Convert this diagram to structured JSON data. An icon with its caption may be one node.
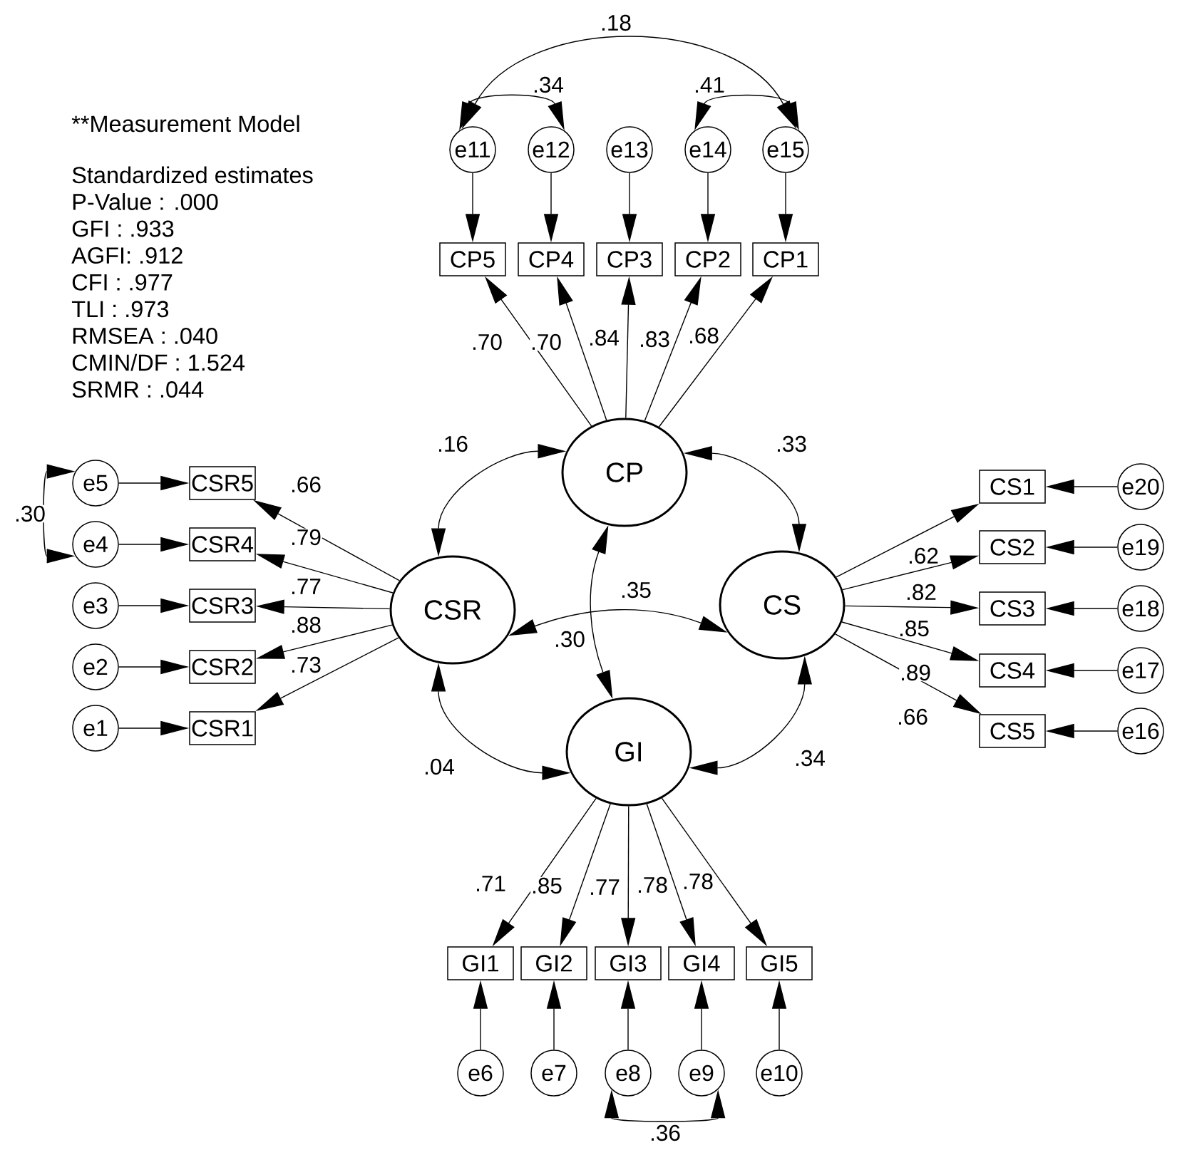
{
  "diagram": {
    "title": "**Measurement Model",
    "nodes": [
      {
        "text": [
          "e11"
        ]
      },
      {
        "text": [
          "e12"
        ]
      },
      {
        "text": [
          "e13"
        ]
      },
      {
        "text": [
          "e14"
        ]
      },
      {
        "text": [
          "e15"
        ]
      },
      {
        "text": [
          "CP5"
        ]
      },
      {
        "text": [
          "CP4"
        ]
      },
      {
        "text": [
          "CP3"
        ]
      },
      {
        "text": [
          "CP2"
        ]
      },
      {
        "text": [
          "CP1"
        ]
      },
      {
        "text": [
          "CP"
        ]
      },
      {
        "text": [
          "e5"
        ]
      },
      {
        "text": [
          "e4"
        ]
      },
      {
        "text": [
          "e3"
        ]
      },
      {
        "text": [
          "e2"
        ]
      },
      {
        "text": [
          "e1"
        ]
      },
      {
        "text": [
          "CSR5"
        ]
      },
      {
        "text": [
          "CSR4"
        ]
      },
      {
        "text": [
          "CSR3"
        ]
      },
      {
        "text": [
          "CSR2"
        ]
      },
      {
        "text": [
          "CSR1"
        ]
      },
      {
        "text": [
          "CSR"
        ]
      },
      {
        "text": [
          "CS"
        ]
      },
      {
        "text": [
          "CS1"
        ]
      },
      {
        "text": [
          "CS2"
        ]
      },
      {
        "text": [
          "CS3"
        ]
      },
      {
        "text": [
          "CS4"
        ]
      },
      {
        "text": [
          "CS5"
        ]
      },
      {
        "text": [
          "e20"
        ]
      },
      {
        "text": [
          "e19"
        ]
      },
      {
        "text": [
          "e18"
        ]
      },
      {
        "text": [
          "e17"
        ]
      },
      {
        "text": [
          "e16"
        ]
      },
      {
        "text": [
          "GI"
        ]
      },
      {
        "text": [
          "GI1"
        ]
      },
      {
        "text": [
          "GI2"
        ]
      },
      {
        "text": [
          "GI3"
        ]
      },
      {
        "text": [
          "GI4"
        ]
      },
      {
        "text": [
          "GI5"
        ]
      },
      {
        "text": [
          "e6"
        ]
      },
      {
        "text": [
          "e7"
        ]
      },
      {
        "text": [
          "e8"
        ]
      },
      {
        "text": [
          "e9"
        ]
      },
      {
        "text": [
          "e10"
        ]
      }
    ],
    "edges": [
      {
        "from": 10,
        "to": 5,
        "arrow": "to",
        "label": ".70"
      },
      {
        "from": 10,
        "to": 6,
        "arrow": "to",
        "label": ".70"
      },
      {
        "from": 10,
        "to": 7,
        "arrow": "to",
        "label": ".84"
      },
      {
        "from": 10,
        "to": 8,
        "arrow": "to",
        "label": ".83"
      },
      {
        "from": 10,
        "to": 9,
        "arrow": "to",
        "label": ".68"
      },
      {
        "from": 0,
        "to": 5,
        "arrow": "to"
      },
      {
        "from": 1,
        "to": 6,
        "arrow": "to"
      },
      {
        "from": 2,
        "to": 7,
        "arrow": "to"
      },
      {
        "from": 3,
        "to": 8,
        "arrow": "to"
      },
      {
        "from": 4,
        "to": 9,
        "arrow": "to"
      },
      {
        "from": 0,
        "to": 1,
        "arrow": "both",
        "label": ".34"
      },
      {
        "from": 3,
        "to": 4,
        "arrow": "both",
        "label": ".41"
      },
      {
        "from": 0,
        "to": 4,
        "arrow": "both",
        "label": ".18"
      },
      {
        "from": 21,
        "to": 16,
        "arrow": "to",
        "label": ".66"
      },
      {
        "from": 21,
        "to": 17,
        "arrow": "to",
        "label": ".79"
      },
      {
        "from": 21,
        "to": 18,
        "arrow": "to",
        "label": ".77"
      },
      {
        "from": 21,
        "to": 19,
        "arrow": "to",
        "label": ".88"
      },
      {
        "from": 21,
        "to": 20,
        "arrow": "to",
        "label": ".73"
      },
      {
        "from": 11,
        "to": 16,
        "arrow": "to"
      },
      {
        "from": 12,
        "to": 17,
        "arrow": "to"
      },
      {
        "from": 13,
        "to": 18,
        "arrow": "to"
      },
      {
        "from": 14,
        "to": 19,
        "arrow": "to"
      },
      {
        "from": 15,
        "to": 20,
        "arrow": "to"
      },
      {
        "from": 11,
        "to": 12,
        "arrow": "both",
        "label": ".30"
      },
      {
        "from": 22,
        "to": 23,
        "arrow": "to",
        "label": ".62"
      },
      {
        "from": 22,
        "to": 24,
        "arrow": "to",
        "label": ".82"
      },
      {
        "from": 22,
        "to": 25,
        "arrow": "to",
        "label": ".85"
      },
      {
        "from": 22,
        "to": 26,
        "arrow": "to",
        "label": ".89"
      },
      {
        "from": 22,
        "to": 27,
        "arrow": "to",
        "label": ".66"
      },
      {
        "from": 28,
        "to": 23,
        "arrow": "to"
      },
      {
        "from": 29,
        "to": 24,
        "arrow": "to"
      },
      {
        "from": 30,
        "to": 25,
        "arrow": "to"
      },
      {
        "from": 31,
        "to": 26,
        "arrow": "to"
      },
      {
        "from": 32,
        "to": 27,
        "arrow": "to"
      },
      {
        "from": 33,
        "to": 34,
        "arrow": "to",
        "label": ".71"
      },
      {
        "from": 33,
        "to": 35,
        "arrow": "to",
        "label": ".85"
      },
      {
        "from": 33,
        "to": 36,
        "arrow": "to",
        "label": ".77"
      },
      {
        "from": 33,
        "to": 37,
        "arrow": "to",
        "label": ".78"
      },
      {
        "from": 33,
        "to": 38,
        "arrow": "to",
        "label": ".78"
      },
      {
        "from": 39,
        "to": 34,
        "arrow": "to"
      },
      {
        "from": 40,
        "to": 35,
        "arrow": "to"
      },
      {
        "from": 41,
        "to": 36,
        "arrow": "to"
      },
      {
        "from": 42,
        "to": 37,
        "arrow": "to"
      },
      {
        "from": 43,
        "to": 38,
        "arrow": "to"
      },
      {
        "from": 41,
        "to": 42,
        "arrow": "both",
        "label": ".36"
      },
      {
        "from": 21,
        "to": 10,
        "arrow": "both",
        "label": ".16"
      },
      {
        "from": 10,
        "to": 22,
        "arrow": "both",
        "label": ".33"
      },
      {
        "from": 21,
        "to": 22,
        "arrow": "both",
        "label": ".35"
      },
      {
        "from": 10,
        "to": 33,
        "arrow": "both",
        "label": ".30"
      },
      {
        "from": 21,
        "to": 33,
        "arrow": "both",
        "label": ".04"
      },
      {
        "from": 22,
        "to": 33,
        "arrow": "both",
        "label": ".34"
      }
    ],
    "labels": [
      "Standardized estimates",
      "P-Value : .000",
      "GFI : .933",
      "AGFI: .912",
      "CFI : .977",
      "TLI : .973",
      "RMSEA : .040",
      "CMIN/DF : 1.524",
      "SRMR : .044"
    ]
  }
}
